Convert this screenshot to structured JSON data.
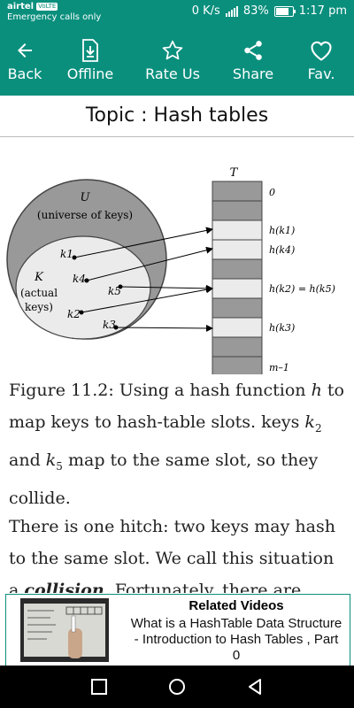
{
  "status_bar": {
    "carrier": "airtel",
    "carrier_tag": "VoLTE",
    "emergency": "Emergency calls only",
    "speed": "0 K/s",
    "battery": "83%",
    "time": "1:17 pm"
  },
  "toolbar": {
    "back_label": "Back",
    "offline_label": "Offline",
    "rate_label": "Rate Us",
    "share_label": "Share",
    "fav_label": "Fav."
  },
  "topic": {
    "title": "Topic : Hash tables"
  },
  "diagram": {
    "table_label": "T",
    "universe_label": "U",
    "universe_desc": "(universe of keys)",
    "k_label": "K",
    "k_desc_1": "(actual",
    "k_desc_2": "keys)",
    "keys": [
      "k1",
      "k4",
      "k5",
      "k2",
      "k3"
    ],
    "slot_labels": [
      "0",
      "h(k1)",
      "h(k4)",
      "h(k2) = h(k5)",
      "h(k3)",
      "m–1"
    ]
  },
  "content": {
    "caption_a": "Figure 11.2: Using a hash function ",
    "caption_h": "h",
    "caption_b": " to map keys to hash-table slots. keys ",
    "caption_k2": "k",
    "caption_k2_sub": "2",
    "caption_c": " and ",
    "caption_k5": "k",
    "caption_k5_sub": "5",
    "caption_d": " map to the same slot, so they collide.",
    "para_a": "There is one hitch: two keys may hash to the same slot. We call this situation a ",
    "para_bold": "collision",
    "para_b": ". Fortunately, there are"
  },
  "related": {
    "title": "Related Videos",
    "description": "What is a HashTable Data Structure - Introduction to Hash Tables , Part 0"
  },
  "colors": {
    "accent": "#0a8f7d"
  },
  "icons": {
    "back": "arrow-left-icon",
    "offline": "download-file-icon",
    "rate": "star-icon",
    "share": "share-icon",
    "fav": "heart-icon"
  }
}
